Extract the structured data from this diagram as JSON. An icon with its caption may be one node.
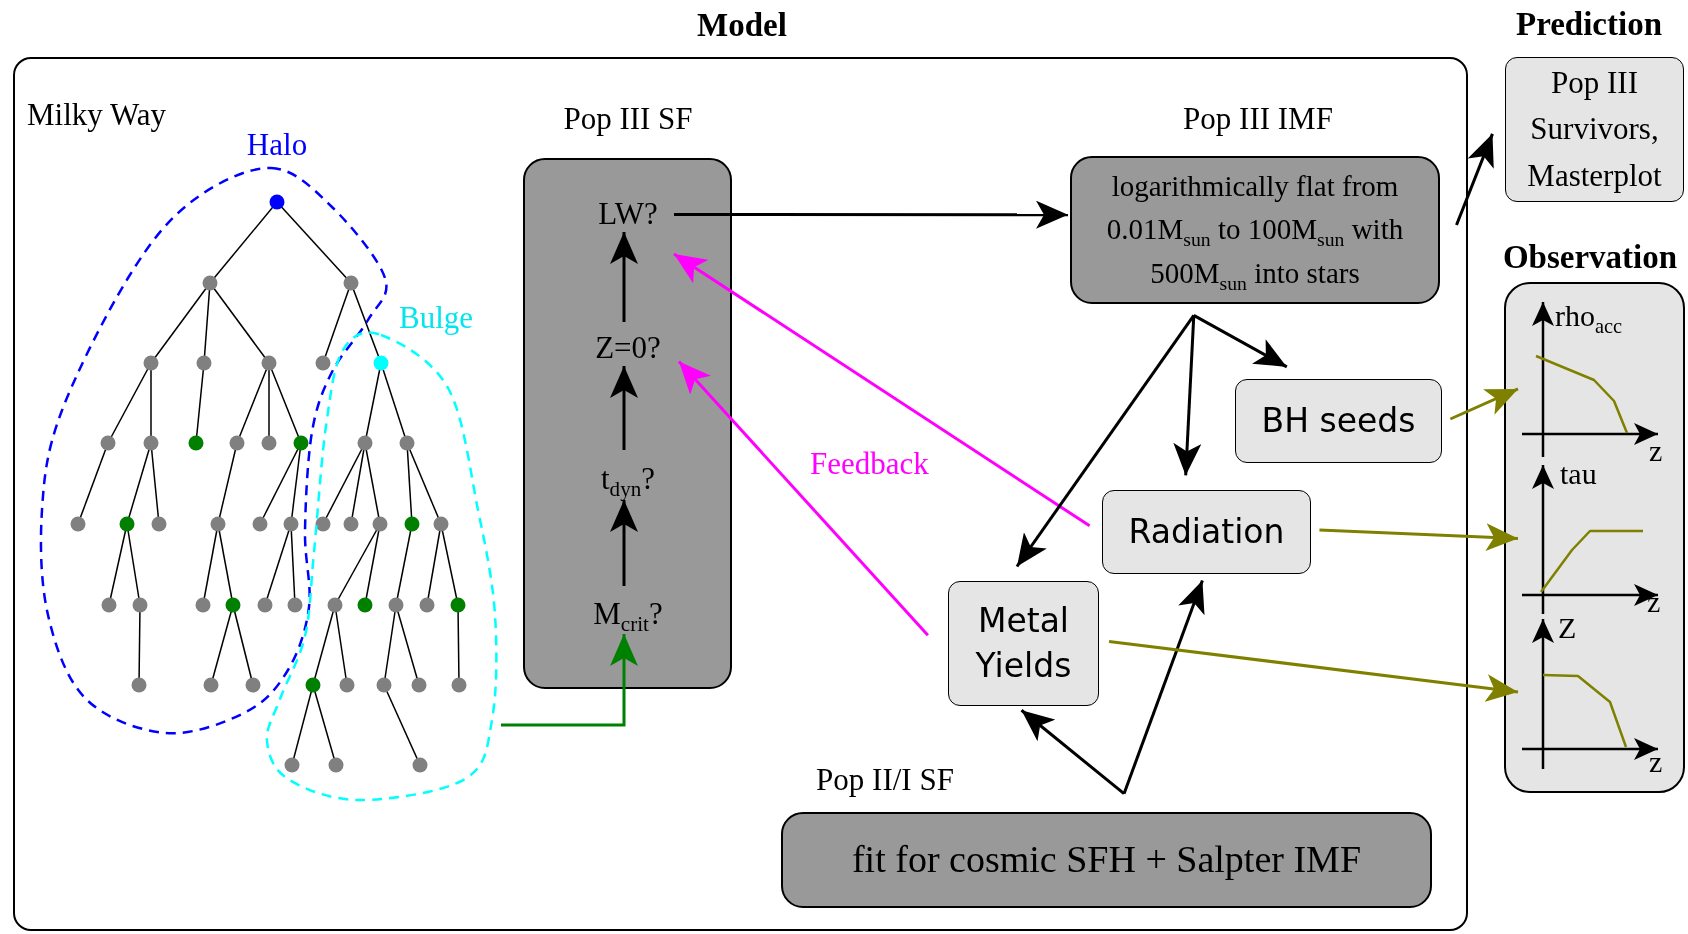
{
  "diagram": {
    "nodes": [
      {
        "text": [
          "Model"
        ]
      },
      {
        "text": [
          "Halo"
        ],
        "in": 0
      },
      {
        "text": [
          "Bulge"
        ],
        "in": 0
      },
      {
        "text": [
          "Pop III SF"
        ],
        "in": 0
      },
      {
        "text": [
          "LW?"
        ],
        "in": 3
      },
      {
        "text": [
          "Z=0?"
        ],
        "in": 3
      },
      {
        "text": [
          "t$_{dyn}$?"
        ],
        "in": 3
      },
      {
        "text": [
          "M$_{crit}$?"
        ],
        "in": 3
      },
      {
        "text": [
          "Pop III IMF",
          "logarithmically flat from 0.01M$_{sun}$ to 100M$_{sun}$ with 500M$_{sun}$ into stars"
        ],
        "in": 0
      },
      {
        "text": [
          "BH seeds"
        ],
        "in": 0
      },
      {
        "text": [
          "Radiation"
        ],
        "in": 0
      },
      {
        "text": [
          "Metal Yields"
        ],
        "in": 0
      },
      {
        "text": [
          "Pop II/I SF",
          "fit for cosmic SFH + Salpter IMF"
        ],
        "in": 0
      },
      {
        "text": [
          "Prediction",
          "Pop III Survivors, Masterplot"
        ]
      },
      {
        "text": [
          "Observation"
        ]
      },
      {
        "text": [
          "rho$_{acc}$",
          "z"
        ],
        "in": 14
      },
      {
        "text": [
          "tau",
          "z"
        ],
        "in": 14
      },
      {
        "text": [
          "Z",
          "z"
        ],
        "in": 14
      }
    ],
    "edges": [
      {
        "from": 7,
        "to": 6,
        "arrow": "to"
      },
      {
        "from": 6,
        "to": 5,
        "arrow": "to"
      },
      {
        "from": 5,
        "to": 4,
        "arrow": "to"
      },
      {
        "from": 4,
        "to": 8,
        "arrow": "to"
      },
      {
        "from": 2,
        "to": 7,
        "arrow": "to",
        "color": "#008000"
      },
      {
        "from": 10,
        "to": 4,
        "arrow": "to",
        "color": "#ff00ff"
      },
      {
        "from": 11,
        "to": 5,
        "arrow": "to",
        "color": "#ff00ff"
      },
      {
        "from": 8,
        "to": 11,
        "arrow": "to"
      },
      {
        "from": 8,
        "to": 10,
        "arrow": "to"
      },
      {
        "from": 8,
        "to": 9,
        "arrow": "to"
      },
      {
        "from": 12,
        "to": 11,
        "arrow": "to"
      },
      {
        "from": 12,
        "to": 10,
        "arrow": "to"
      },
      {
        "from": 8,
        "to": 13,
        "arrow": "to"
      },
      {
        "from": 9,
        "to": 15,
        "arrow": "to",
        "color": "#808000"
      },
      {
        "from": 10,
        "to": 16,
        "arrow": "to",
        "color": "#808000"
      },
      {
        "from": 11,
        "to": 17,
        "arrow": "to",
        "color": "#808000"
      }
    ],
    "labels": [
      "Milky Way",
      "Feedback"
    ]
  }
}
